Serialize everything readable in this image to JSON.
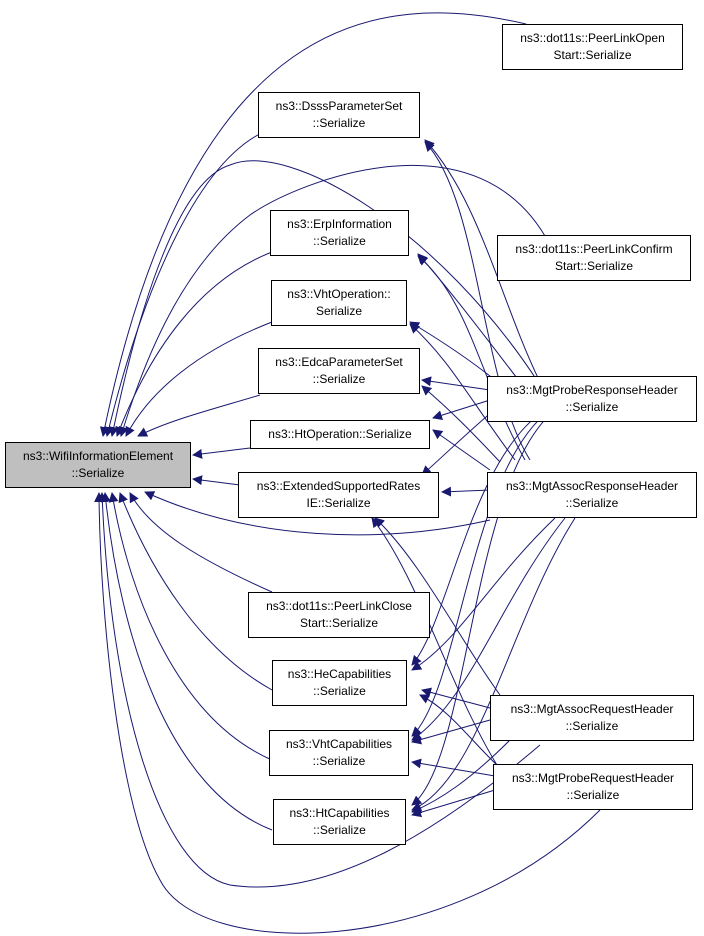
{
  "colors": {
    "edge": "#191970",
    "root_fill": "#bfbfbf",
    "node_fill": "#ffffff",
    "border": "#000000"
  },
  "nodes": {
    "root": {
      "line1": "ns3::WifiInformationElement",
      "line2": "::Serialize"
    },
    "dsss": {
      "line1": "ns3::DsssParameterSet",
      "line2": "::Serialize"
    },
    "erp": {
      "line1": "ns3::ErpInformation",
      "line2": "::Serialize"
    },
    "vhtop": {
      "line1": "ns3::VhtOperation::",
      "line2": "Serialize"
    },
    "edca": {
      "line1": "ns3::EdcaParameterSet",
      "line2": "::Serialize"
    },
    "htop": {
      "line1": "ns3::HtOperation::Serialize",
      "line2": ""
    },
    "ext": {
      "line1": "ns3::ExtendedSupportedRates",
      "line2": "IE::Serialize"
    },
    "plc": {
      "line1": "ns3::dot11s::PeerLinkClose",
      "line2": "Start::Serialize"
    },
    "hecap": {
      "line1": "ns3::HeCapabilities",
      "line2": "::Serialize"
    },
    "vhtcap": {
      "line1": "ns3::VhtCapabilities",
      "line2": "::Serialize"
    },
    "htcap": {
      "line1": "ns3::HtCapabilities",
      "line2": "::Serialize"
    },
    "plo": {
      "line1": "ns3::dot11s::PeerLinkOpen",
      "line2": "Start::Serialize"
    },
    "plcf": {
      "line1": "ns3::dot11s::PeerLinkConfirm",
      "line2": "Start::Serialize"
    },
    "mprh": {
      "line1": "ns3::MgtProbeResponseHeader",
      "line2": "::Serialize"
    },
    "marh": {
      "line1": "ns3::MgtAssocResponseHeader",
      "line2": "::Serialize"
    },
    "maqh": {
      "line1": "ns3::MgtAssocRequestHeader",
      "line2": "::Serialize"
    },
    "mpqh": {
      "line1": "ns3::MgtProbeRequestHeader",
      "line2": "::Serialize"
    }
  }
}
